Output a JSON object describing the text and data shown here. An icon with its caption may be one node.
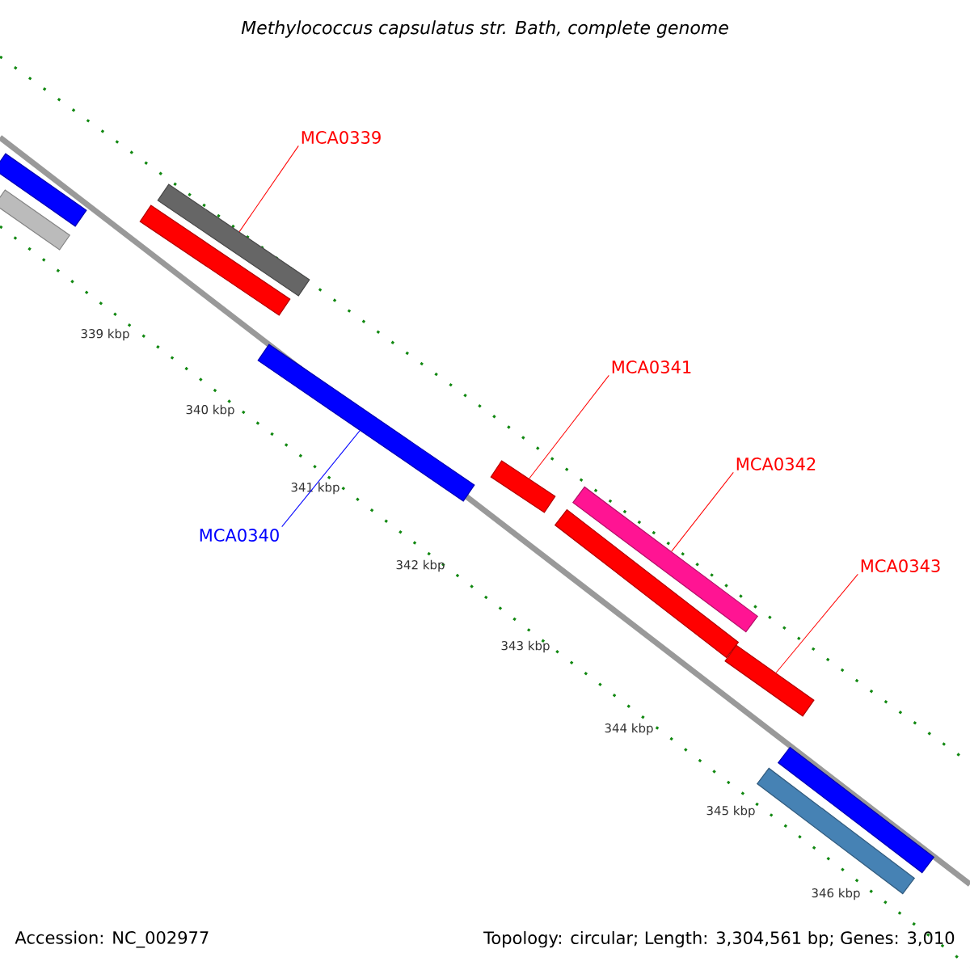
{
  "diagram": {
    "title": "Methylococcus capsulatus str. Bath, complete genome",
    "nodes": [
      {
        "text": [
          "MCA0339"
        ]
      },
      {
        "text": [
          "MCA0341"
        ]
      },
      {
        "text": [
          "MCA0342"
        ]
      },
      {
        "text": [
          "MCA0340"
        ]
      },
      {
        "text": [
          "MCA0343"
        ]
      },
      {
        "text": [],
        "shape": "bar"
      },
      {
        "text": [],
        "shape": "bar"
      },
      {
        "text": [],
        "shape": "bar"
      },
      {
        "text": [],
        "shape": "bar"
      },
      {
        "text": [],
        "shape": "bar"
      },
      {
        "text": [],
        "shape": "bar"
      },
      {
        "text": [],
        "shape": "bar"
      },
      {
        "text": [],
        "shape": "bar"
      },
      {
        "text": [],
        "shape": "bar"
      },
      {
        "text": [],
        "shape": "bar"
      },
      {
        "text": [],
        "shape": "bar"
      }
    ],
    "edges": [
      {
        "from": 0,
        "to": 8,
        "arrow": "none"
      },
      {
        "from": 1,
        "to": 10,
        "arrow": "none"
      },
      {
        "from": 2,
        "to": 12,
        "arrow": "none"
      },
      {
        "from": 3,
        "to": 9,
        "arrow": "none",
        "color": "#0000ff"
      },
      {
        "from": 4,
        "to": 13,
        "arrow": "none"
      }
    ],
    "labels": [
      "339 kbp",
      "340 kbp",
      "341 kbp",
      "342 kbp",
      "343 kbp",
      "344 kbp",
      "345 kbp",
      "346 kbp",
      "Accession: NC_002977",
      "Topology: circular; Length: 3,304,561 bp; Genes: 3,010"
    ]
  }
}
